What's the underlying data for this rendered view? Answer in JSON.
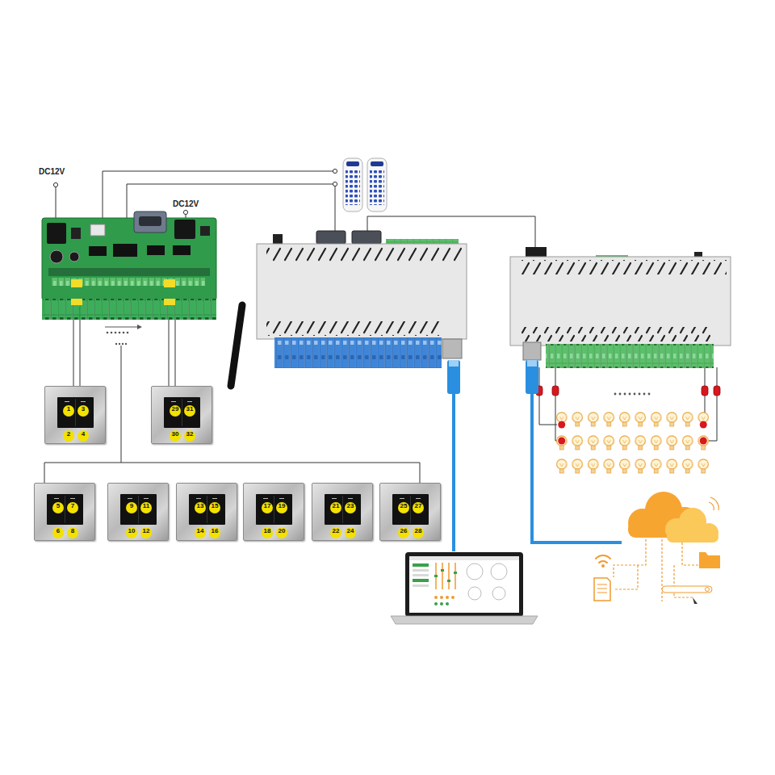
{
  "diagram": {
    "nodes": [
      {
        "text": [
          "1",
          "3",
          "2",
          "4"
        ]
      },
      {
        "text": [
          "29",
          "31",
          "30",
          "32"
        ]
      },
      {
        "text": [
          "5",
          "7",
          "6",
          "8"
        ]
      },
      {
        "text": [
          "9",
          "11",
          "10",
          "12"
        ]
      },
      {
        "text": [
          "13",
          "15",
          "14",
          "16"
        ]
      },
      {
        "text": [
          "17",
          "19",
          "18",
          "20"
        ]
      },
      {
        "text": [
          "21",
          "23",
          "22",
          "24"
        ]
      },
      {
        "text": [
          "25",
          "27",
          "26",
          "28"
        ]
      }
    ],
    "labels": [
      "DC12V",
      "DC12V"
    ]
  }
}
